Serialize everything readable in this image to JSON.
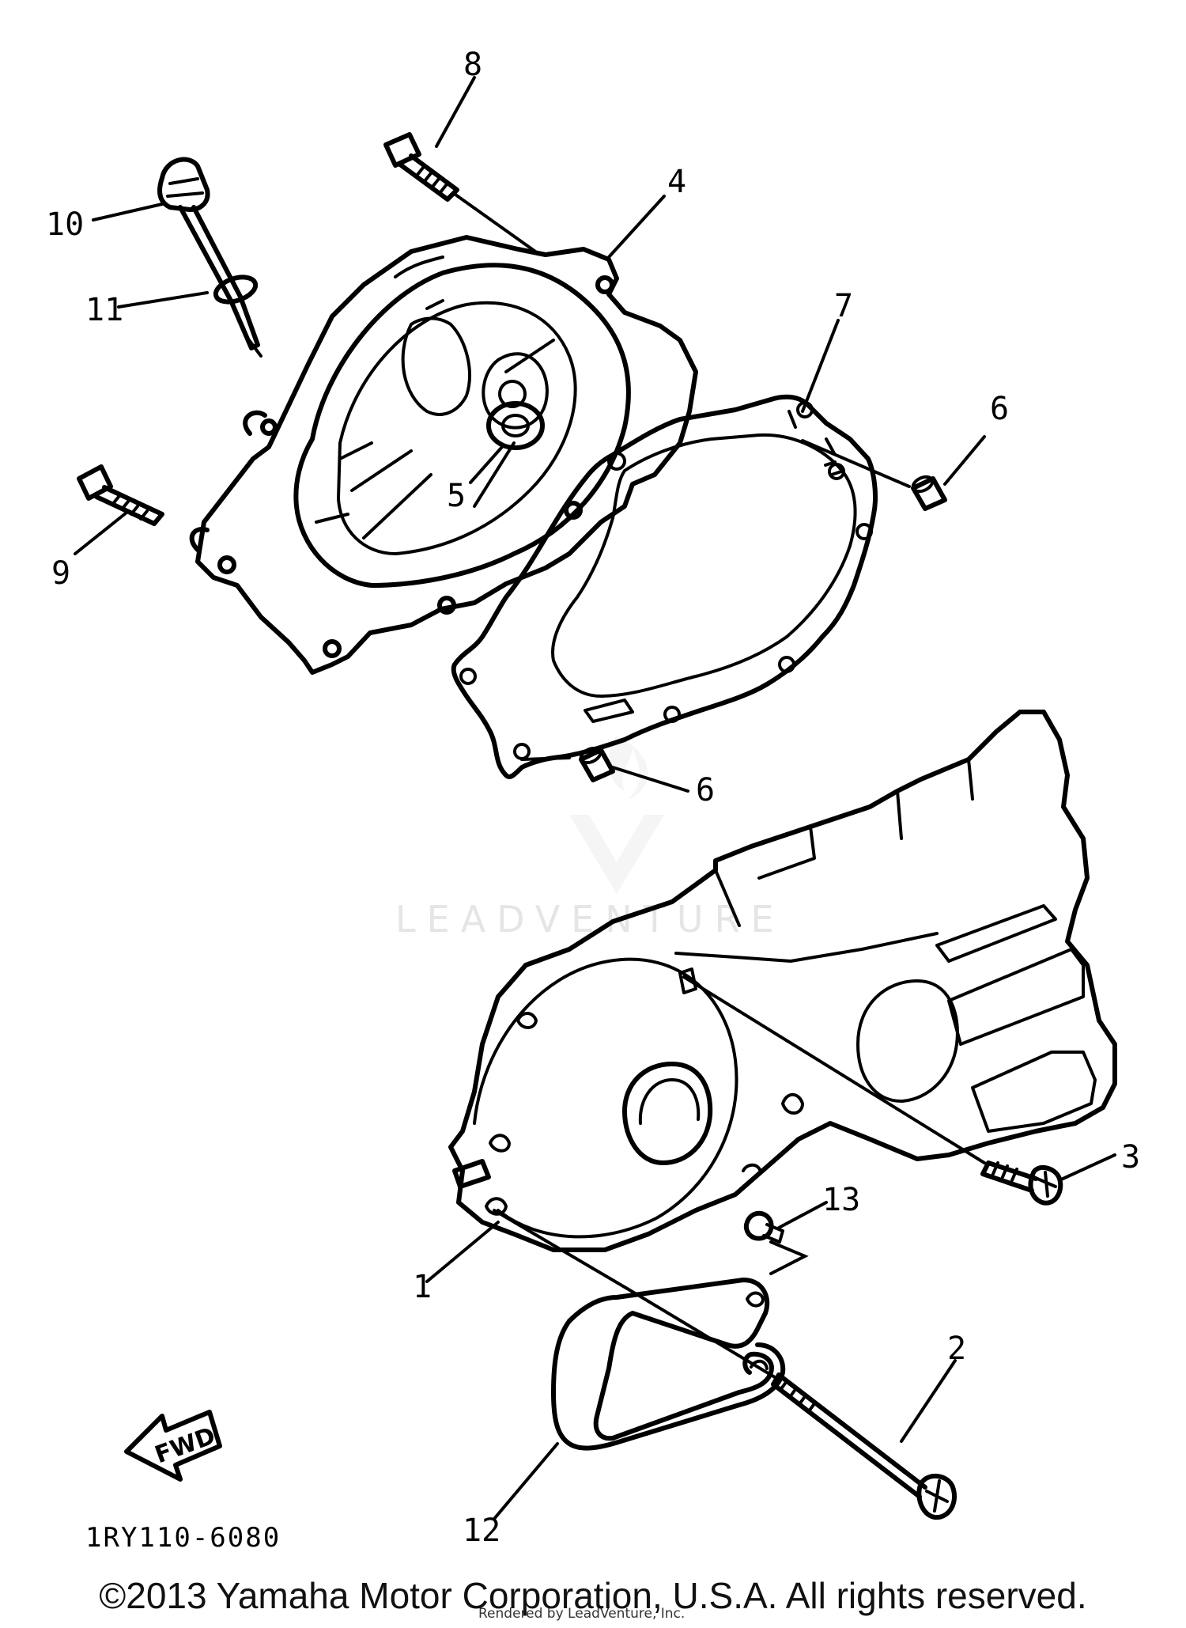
{
  "diagram": {
    "callouts": {
      "c1": "1",
      "c2": "2",
      "c3": "3",
      "c4": "4",
      "c5": "5",
      "c6a": "6",
      "c6b": "6",
      "c7": "7",
      "c8": "8",
      "c9": "9",
      "c10": "10",
      "c11": "11",
      "c12": "12",
      "c13": "13"
    },
    "diagram_code": "1RY110-6080",
    "fwd_label": "FWD"
  },
  "watermark": {
    "text": "LEADVENTURE",
    "rendered_by": "Rendered by LeadVenture, Inc."
  },
  "footer": {
    "copyright": "©2013 Yamaha Motor Corporation, U.S.A. All rights reserved."
  }
}
